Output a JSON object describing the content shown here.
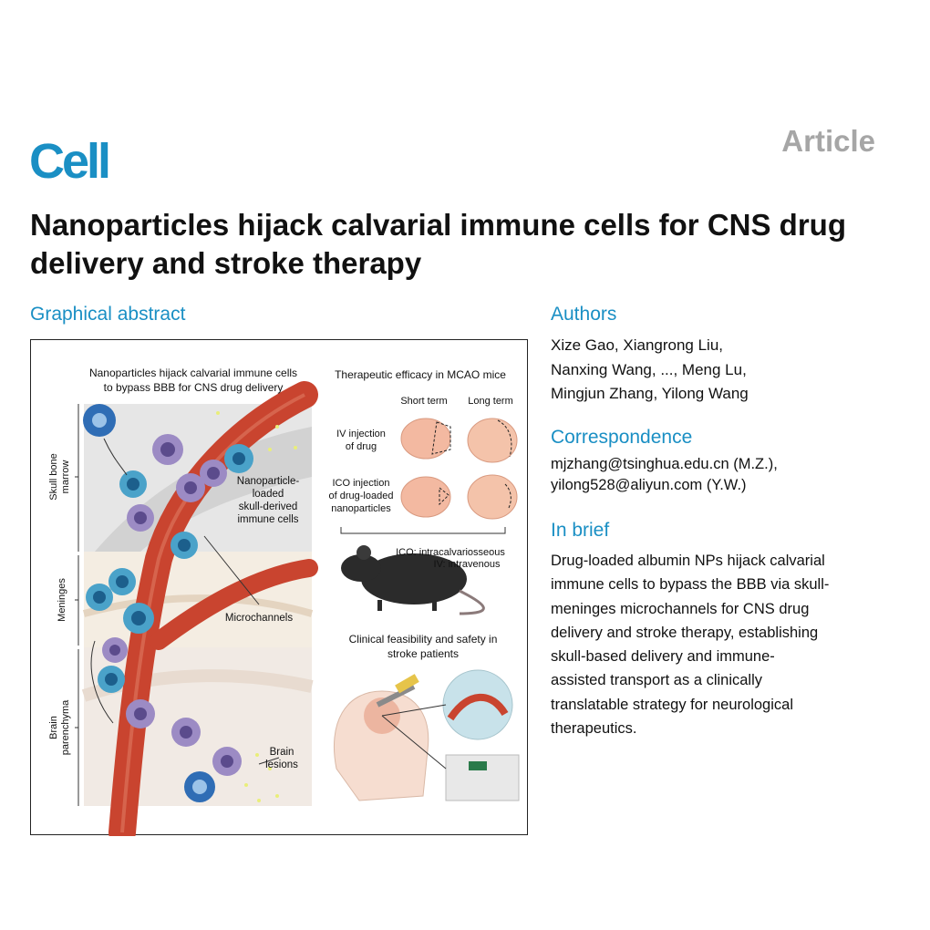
{
  "header": {
    "journal": "Cell",
    "article_type": "Article"
  },
  "title": "Nanoparticles hijack calvarial immune cells for CNS drug delivery and stroke therapy",
  "graphical_abstract": {
    "heading": "Graphical abstract",
    "left_caption_1": "Nanoparticles hijack calvarial immune cells",
    "left_caption_2": "to bypass BBB for CNS drug delivery",
    "layer_skull_1": "Skull bone",
    "layer_skull_2": "marrow",
    "layer_meninges": "Meninges",
    "layer_brain_1": "Brain",
    "layer_brain_2": "parenchyma",
    "label_np_1": "Nanoparticle-",
    "label_np_2": "loaded",
    "label_np_3": "skull-derived",
    "label_np_4": "immune cells",
    "label_microchannels": "Microchannels",
    "label_lesions_1": "Brain",
    "label_lesions_2": "lesions",
    "efficacy_title": "Therapeutic efficacy in MCAO mice",
    "short_term": "Short term",
    "long_term": "Long term",
    "iv_1": "IV injection",
    "iv_2": "of drug",
    "ico_1": "ICO injection",
    "ico_2": "of drug-loaded",
    "ico_3": "nanoparticles",
    "abbr_ico": "ICO: intracalvariosseous",
    "abbr_iv": "IV: intravenous",
    "clinical_1": "Clinical feasibility and safety in",
    "clinical_2": "stroke patients"
  },
  "authors": {
    "heading": "Authors",
    "line1": "Xize Gao, Xiangrong Liu,",
    "line2": "Nanxing Wang, ..., Meng Lu,",
    "line3": "Mingjun Zhang, Yilong Wang"
  },
  "correspondence": {
    "heading": "Correspondence",
    "line1": "mjzhang@tsinghua.edu.cn (M.Z.),",
    "line2": "yilong528@aliyun.com (Y.W.)"
  },
  "in_brief": {
    "heading": "In brief",
    "lines": [
      "Drug-loaded albumin NPs hijack calvarial",
      "immune cells to bypass the BBB via skull-",
      "meninges microchannels for CNS drug",
      "delivery and stroke therapy, establishing",
      "skull-based delivery and immune-",
      "assisted transport as a clinically",
      "translatable strategy for neurological",
      "therapeutics."
    ]
  },
  "colors": {
    "brand_blue": "#1a8fc4",
    "article_gray": "#a6a6a6",
    "vessel_red": "#c9442f"
  }
}
